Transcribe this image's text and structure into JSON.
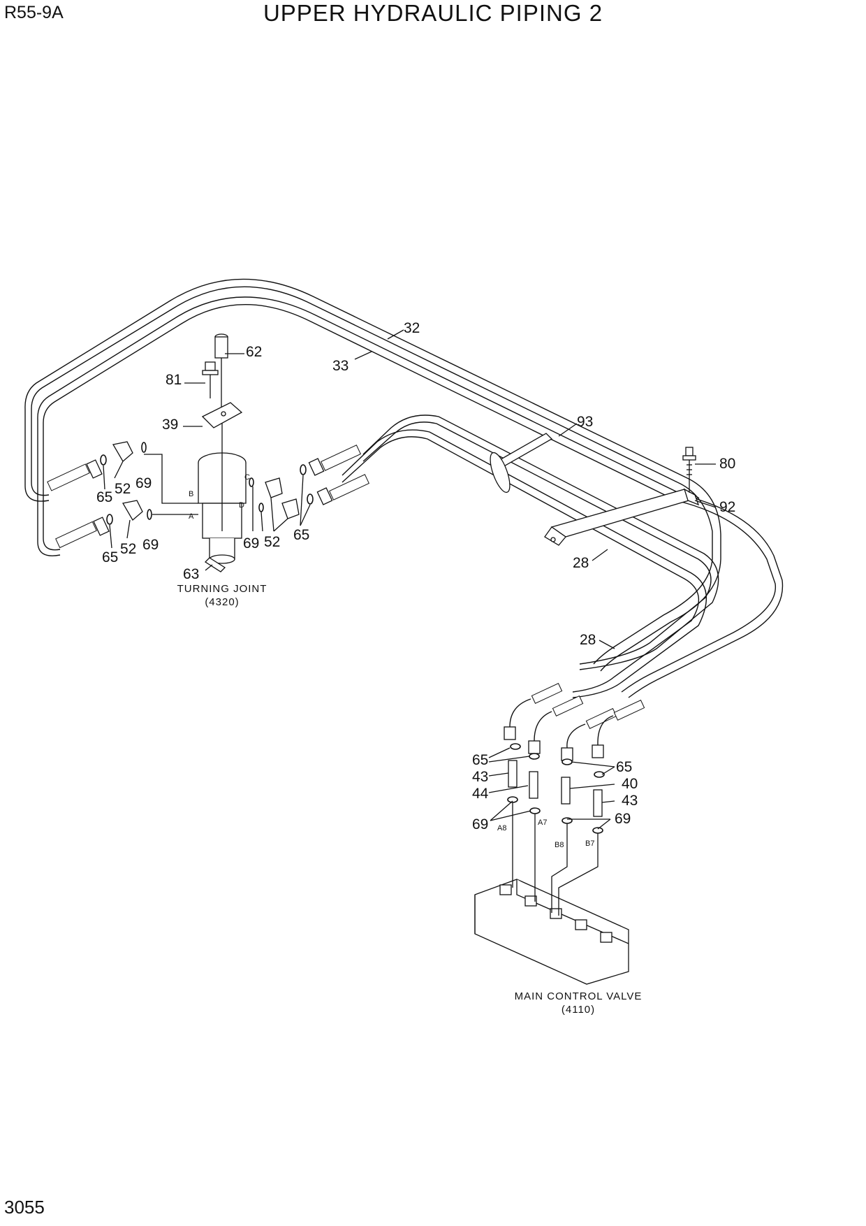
{
  "header": {
    "model": "R55-9A",
    "title": "UPPER HYDRAULIC PIPING 2"
  },
  "footer": {
    "page_number": "3055"
  },
  "components": {
    "turning_joint": {
      "name": "TURNING JOINT",
      "ref": "(4320)",
      "ports": [
        "A",
        "B",
        "C",
        "D"
      ]
    },
    "main_control_valve": {
      "name": "MAIN CONTROL VALVE",
      "ref": "(4110)",
      "ports": [
        "A8",
        "A7",
        "B8",
        "B7"
      ]
    }
  },
  "callouts": [
    "32",
    "33",
    "62",
    "81",
    "39",
    "52",
    "69",
    "65",
    "52",
    "69",
    "65",
    "52",
    "69",
    "65",
    "69",
    "52",
    "65",
    "63",
    "93",
    "80",
    "92",
    "28",
    "28",
    "65",
    "43",
    "44",
    "69",
    "65",
    "40",
    "43",
    "69"
  ]
}
